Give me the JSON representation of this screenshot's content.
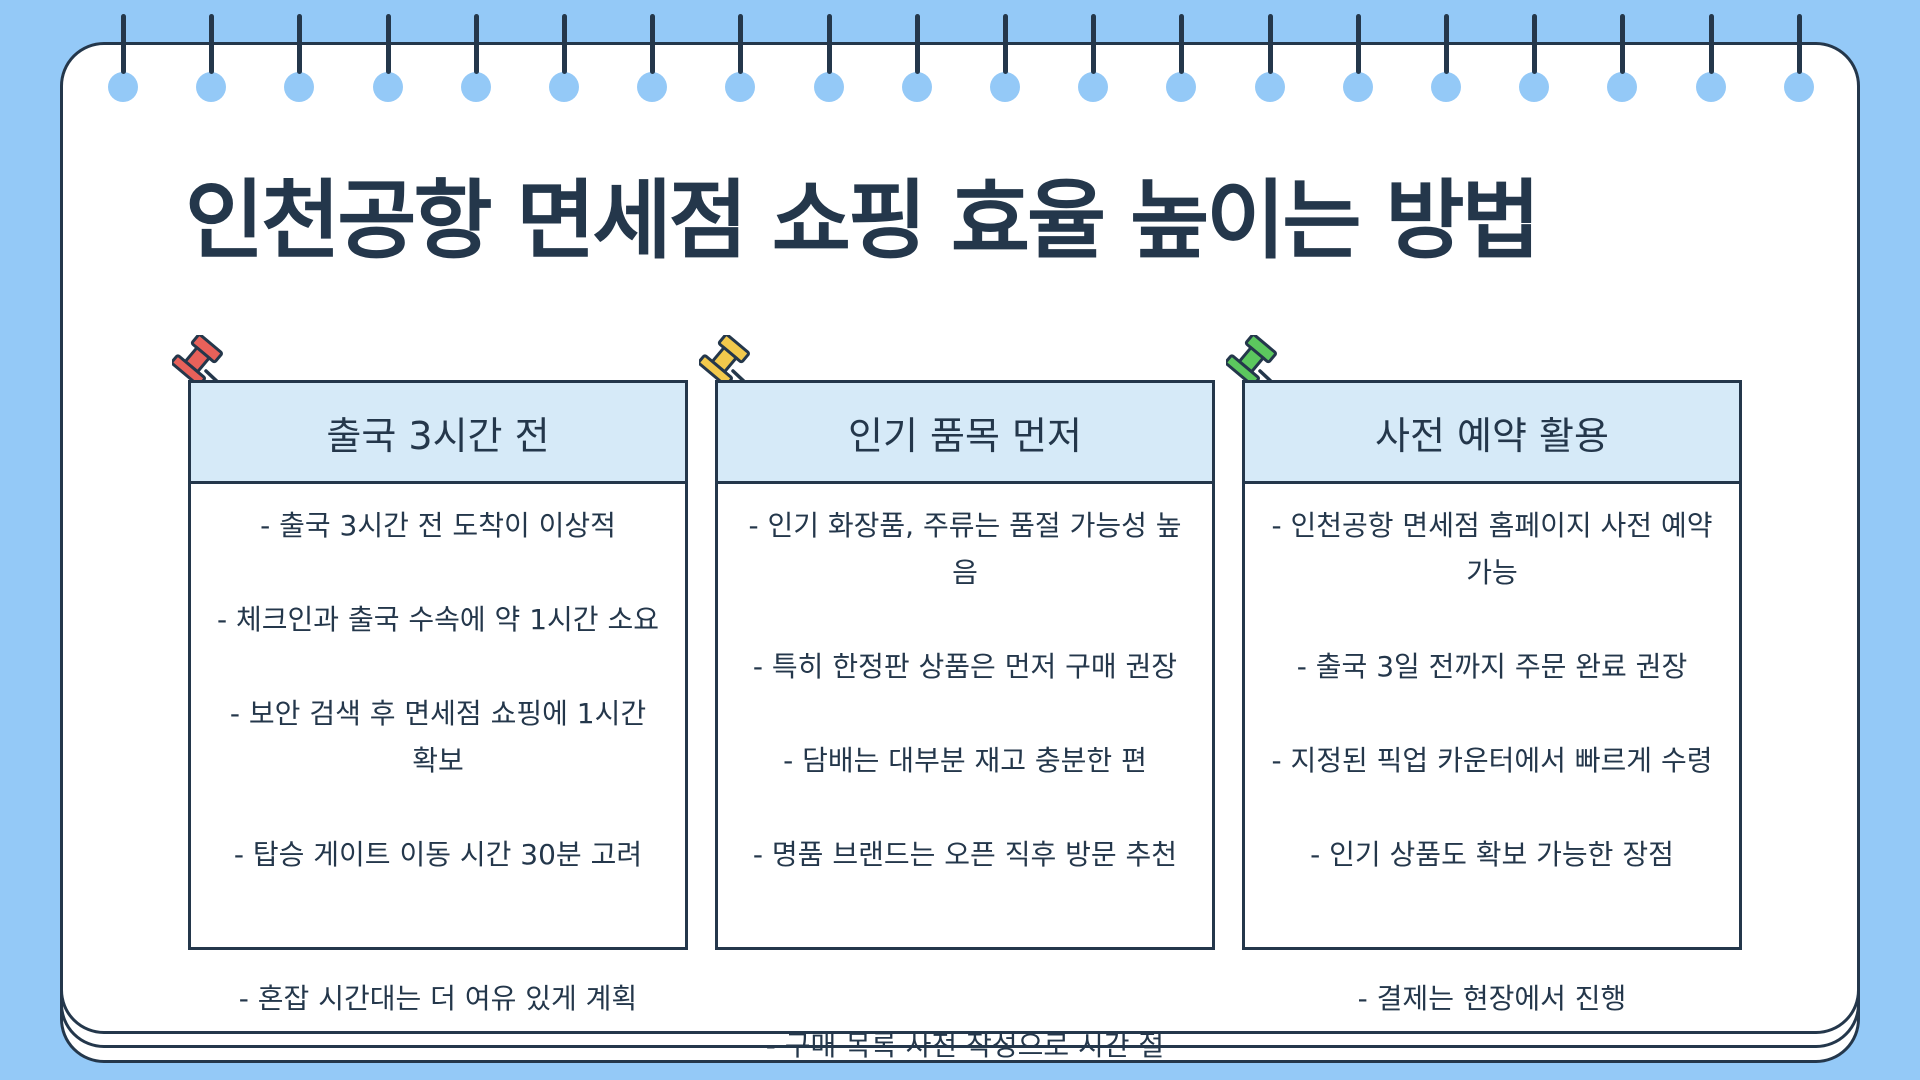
{
  "page": {
    "title": "인천공항 면세점 쇼핑 효율 높이는 방법"
  },
  "colors": {
    "background": "#94c9f7",
    "ink": "#24374b",
    "card_header": "#d6eaf8",
    "pin_red": "#e8615a",
    "pin_yellow": "#f2c94c",
    "pin_green": "#5cc75e"
  },
  "cards": [
    {
      "title": "출국 3시간 전",
      "pin_color": "red",
      "items": [
        "- 출국 3시간 전 도착이 이상적",
        "- 체크인과 출국 수속에 약 1시간 소요",
        "- 보안 검색 후 면세점 쇼핑에 1시간 확보",
        "- 탑승 게이트 이동 시간 30분 고려",
        "- 혼잡 시간대는 더 여유 있게 계획"
      ]
    },
    {
      "title": "인기 품목 먼저",
      "pin_color": "yellow",
      "items": [
        "- 인기 화장품, 주류는 품절 가능성 높음",
        "- 특히 한정판 상품은 먼저 구매 권장",
        "- 담배는 대부분 재고 충분한 편",
        "- 명품 브랜드는 오픈 직후 방문 추천",
        "- 구매 목록 사전 작성으로 시간 절"
      ]
    },
    {
      "title": "사전 예약 활용",
      "pin_color": "green",
      "items": [
        "- 인천공항 면세점 홈페이지 사전 예약 가능",
        "- 출국 3일 전까지 주문 완료 권장",
        "- 지정된 픽업 카운터에서 빠르게 수령",
        "- 인기 상품도 확보 가능한 장점",
        "- 결제는 현장에서 진행"
      ]
    }
  ]
}
